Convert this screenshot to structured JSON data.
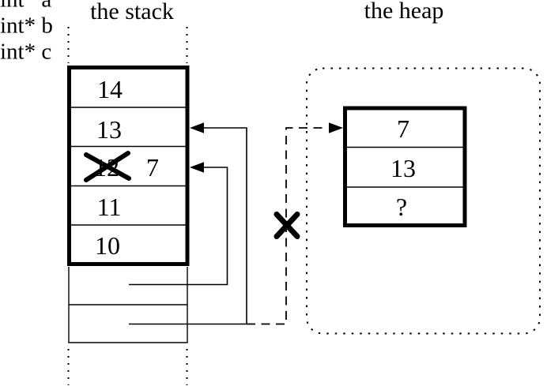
{
  "colors": {
    "ink": "#000000",
    "background": "#ffffff"
  },
  "titles": {
    "stack": "the stack",
    "heap": "the heap"
  },
  "stack": {
    "cells": [
      {
        "value": "14",
        "crossed_out": false
      },
      {
        "value": "13",
        "crossed_out": false
      },
      {
        "value": "12",
        "crossed_out": true,
        "replacement": "7"
      },
      {
        "value": "11",
        "crossed_out": false
      },
      {
        "value": "10",
        "crossed_out": false
      }
    ],
    "pointer_variables": [
      {
        "label": "int* a"
      },
      {
        "label": "int* b"
      },
      {
        "label": "int* c"
      }
    ]
  },
  "heap": {
    "cells": [
      {
        "value": "7"
      },
      {
        "value": "13"
      },
      {
        "value": "?"
      }
    ]
  }
}
